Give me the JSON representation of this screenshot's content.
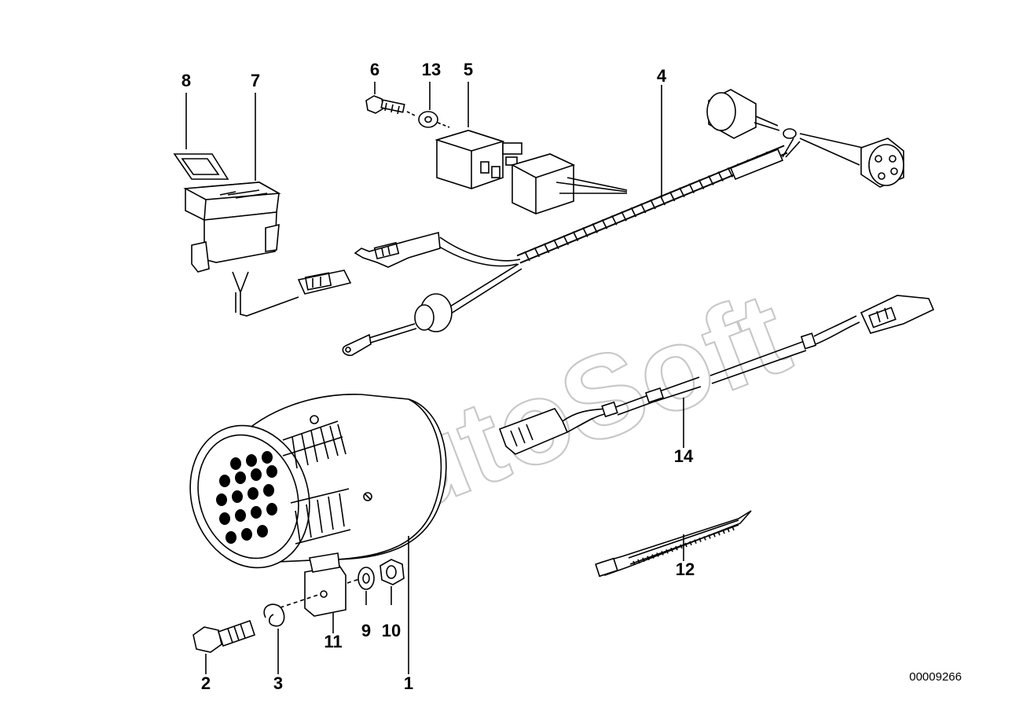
{
  "watermark": "AutoSoft",
  "reference_number": "00009266",
  "callouts": [
    {
      "id": "p8",
      "label": "8"
    },
    {
      "id": "p7",
      "label": "7"
    },
    {
      "id": "p6",
      "label": "6"
    },
    {
      "id": "p13",
      "label": "13"
    },
    {
      "id": "p5",
      "label": "5"
    },
    {
      "id": "p4",
      "label": "4"
    },
    {
      "id": "p14",
      "label": "14"
    },
    {
      "id": "p12",
      "label": "12"
    },
    {
      "id": "p11",
      "label": "11"
    },
    {
      "id": "p9",
      "label": "9"
    },
    {
      "id": "p10",
      "label": "10"
    },
    {
      "id": "p2",
      "label": "2"
    },
    {
      "id": "p3",
      "label": "3"
    },
    {
      "id": "p1",
      "label": "1"
    }
  ]
}
